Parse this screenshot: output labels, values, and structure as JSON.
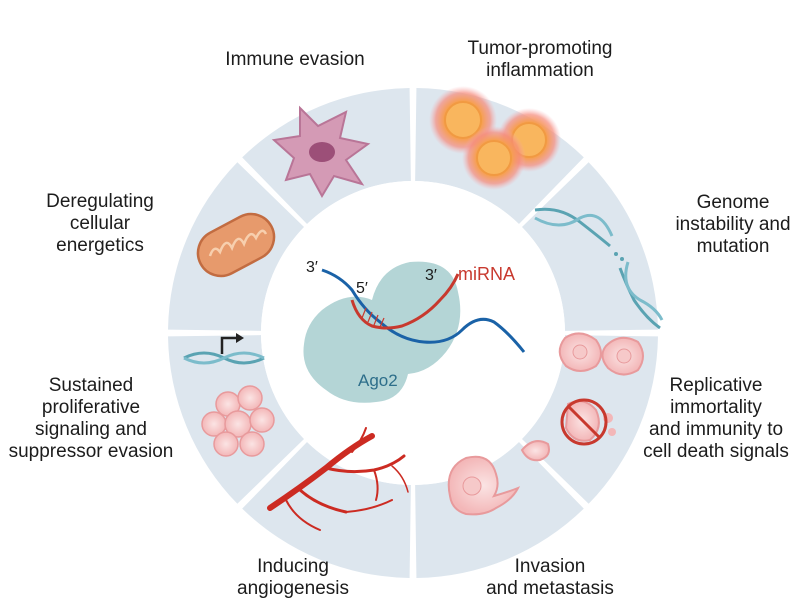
{
  "diagram": {
    "colors": {
      "segment": "#dde6ee",
      "center": "#ffffff",
      "ago2": "#b4d5d6",
      "mirna": "#c8392e",
      "mrna": "#1a62a7",
      "vessel": "#cc2b22",
      "dna": "#5aa3b2"
    },
    "center": {
      "protein_label": "Ago2",
      "mirna_label": "miRNA",
      "end_labels": [
        "3′",
        "5′",
        "3′"
      ]
    },
    "hallmarks": [
      {
        "id": "immune",
        "lines": [
          "Immune evasion"
        ],
        "icon": "dendritic-cell-icon"
      },
      {
        "id": "inflammation",
        "lines": [
          "Tumor-promoting",
          "inflammation"
        ],
        "icon": "inflammatory-cells-icon"
      },
      {
        "id": "genome",
        "lines": [
          "Genome",
          "instability and",
          "mutation"
        ],
        "icon": "broken-dna-icon"
      },
      {
        "id": "immortality",
        "lines": [
          "Replicative",
          "immortality",
          "and immunity to",
          "cell death signals"
        ],
        "icon": "dividing-cell-icon"
      },
      {
        "id": "invasion",
        "lines": [
          "Invasion",
          "and metastasis"
        ],
        "icon": "migrating-cell-icon"
      },
      {
        "id": "angiogenesis",
        "lines": [
          "Inducing",
          "angiogenesis"
        ],
        "icon": "blood-vessel-icon"
      },
      {
        "id": "proliferative",
        "lines": [
          "Sustained",
          "proliferative",
          "signaling and",
          "suppressor evasion"
        ],
        "icon": "dna-cell-cluster-icon"
      },
      {
        "id": "energetics",
        "lines": [
          "Deregulating",
          "cellular",
          "energetics"
        ],
        "icon": "mitochondrion-icon"
      }
    ]
  }
}
